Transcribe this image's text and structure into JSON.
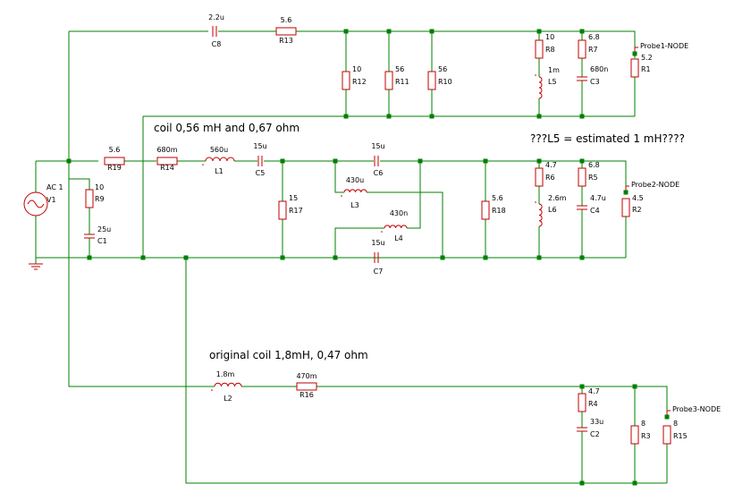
{
  "components": {
    "C8": {
      "name": "C8",
      "value": "2.2u"
    },
    "R13": {
      "name": "R13",
      "value": "5.6"
    },
    "R12": {
      "name": "R12",
      "value": "10"
    },
    "R11": {
      "name": "R11",
      "value": "56"
    },
    "R10": {
      "name": "R10",
      "value": "56"
    },
    "R8": {
      "name": "R8",
      "value": "10"
    },
    "L5": {
      "name": "L5",
      "value": "1m"
    },
    "R7": {
      "name": "R7",
      "value": "6.8"
    },
    "C3": {
      "name": "C3",
      "value": "680n"
    },
    "R1": {
      "name": "R1",
      "value": "5.2"
    },
    "R19": {
      "name": "R19",
      "value": "5.6"
    },
    "R14": {
      "name": "R14",
      "value": "680m"
    },
    "L1": {
      "name": "L1",
      "value": "560u"
    },
    "C5": {
      "name": "C5",
      "value": "15u"
    },
    "R17": {
      "name": "R17",
      "value": "15"
    },
    "L3": {
      "name": "L3",
      "value": "430u"
    },
    "C6": {
      "name": "C6",
      "value": "15u"
    },
    "L4": {
      "name": "L4",
      "value": "430n"
    },
    "C7": {
      "name": "C7",
      "value": "15u"
    },
    "R18": {
      "name": "R18",
      "value": "5.6"
    },
    "R6": {
      "name": "R6",
      "value": "4.7"
    },
    "L6": {
      "name": "L6",
      "value": "2.6m"
    },
    "R5": {
      "name": "R5",
      "value": "6.8"
    },
    "C4": {
      "name": "C4",
      "value": "4.7u"
    },
    "R2": {
      "name": "R2",
      "value": "4.5"
    },
    "V1": {
      "name": "V1",
      "value": "AC 1"
    },
    "R9": {
      "name": "R9",
      "value": "10"
    },
    "C1": {
      "name": "C1",
      "value": "25u"
    },
    "L2": {
      "name": "L2",
      "value": "1.8m"
    },
    "R16": {
      "name": "R16",
      "value": "470m"
    },
    "R4": {
      "name": "R4",
      "value": "4.7"
    },
    "C2": {
      "name": "C2",
      "value": "33u"
    },
    "R3": {
      "name": "R3",
      "value": "8"
    },
    "R15": {
      "name": "R15",
      "value": "8"
    }
  },
  "probes": {
    "probe1": "Probe1-NODE",
    "probe2": "Probe2-NODE",
    "probe3": "Probe3-NODE"
  },
  "notes": {
    "coil_note": "coil 0,56 mH and 0,67 ohm",
    "estimate_note": "???L5 = estimated 1 mH????",
    "original_note": "original coil 1,8mH, 0,47 ohm"
  },
  "colors": {
    "wire": "#008000",
    "component": "#c00000",
    "text": "#000000"
  }
}
